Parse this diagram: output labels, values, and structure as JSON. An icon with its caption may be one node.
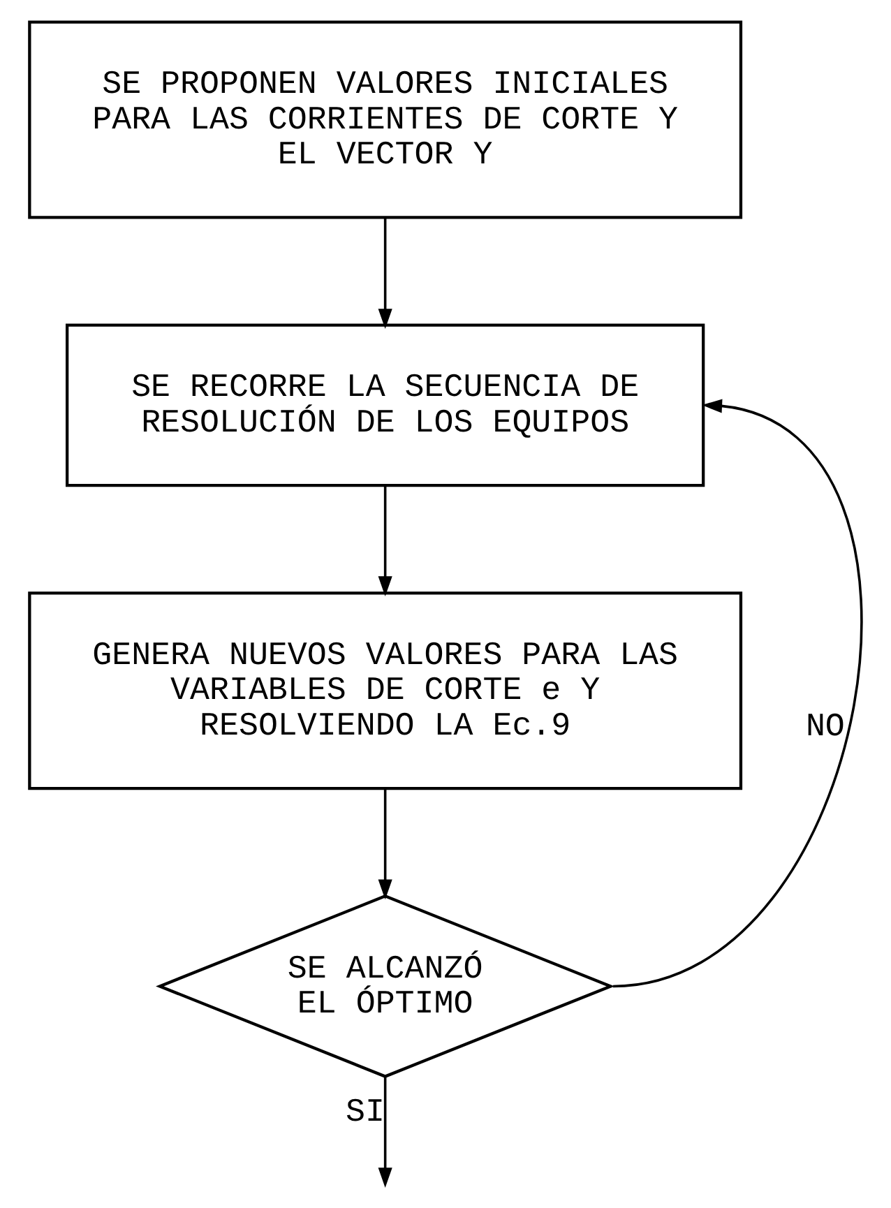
{
  "diagram": {
    "nodes": [
      {
        "text": [
          "SE PROPONEN VALORES INICIALES PARA LAS CORRIENTES DE CORTE Y EL VECTOR Y"
        ]
      },
      {
        "text": [
          "SE RECORRE LA SECUENCIA DE RESOLUCIÓN DE LOS EQUIPOS"
        ]
      },
      {
        "text": [
          "GENERA NUEVOS VALORES PARA LAS VARIABLES DE CORTE e Y RESOLVIENDO LA Ec.9"
        ]
      },
      {
        "text": [
          "SE ALCANZÓ EL ÓPTIMO"
        ]
      }
    ],
    "edges": [
      {
        "from": 0,
        "to": 1,
        "arrow": "to"
      },
      {
        "from": 1,
        "to": 2,
        "arrow": "to"
      },
      {
        "from": 2,
        "to": 3,
        "arrow": "to"
      },
      {
        "from": 3,
        "to": 1,
        "arrow": "to",
        "label": "NO"
      },
      {
        "from": 3,
        "to": null,
        "arrow": "to",
        "label": "SI"
      }
    ]
  }
}
